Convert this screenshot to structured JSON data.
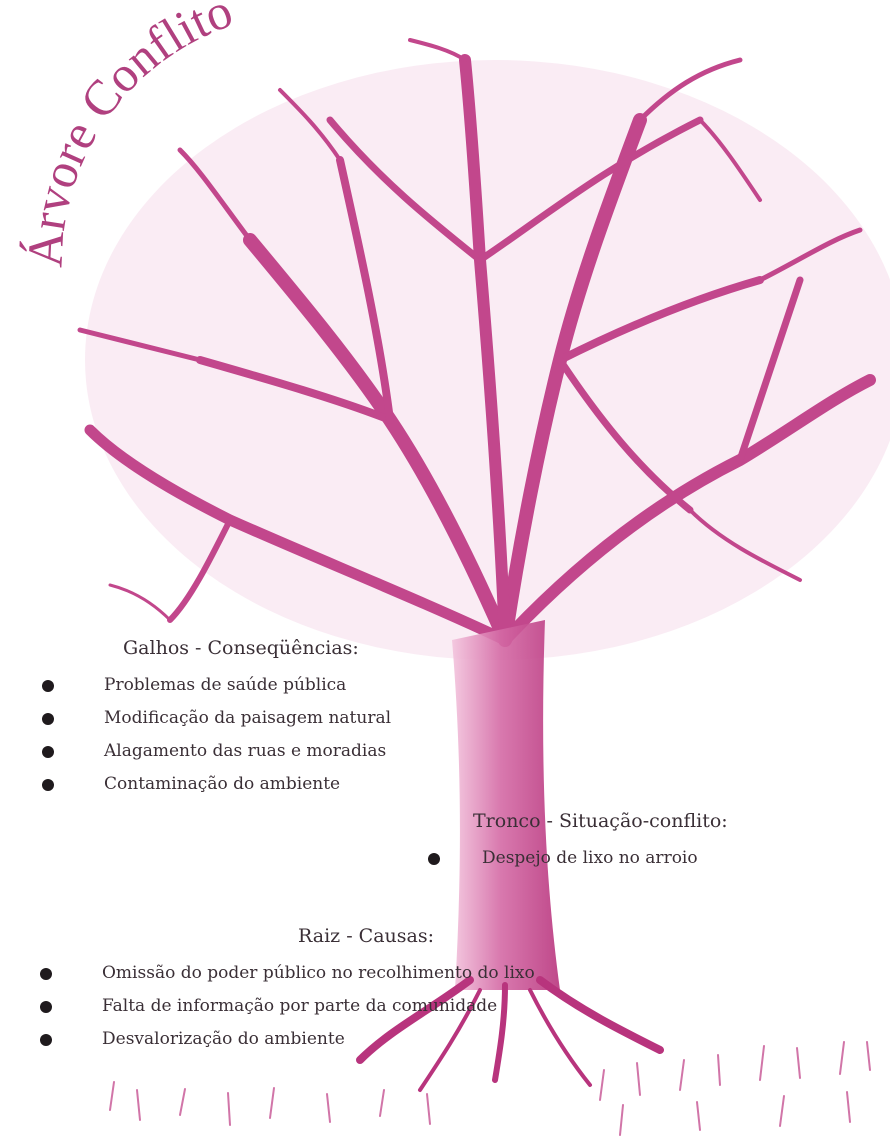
{
  "title": "Árvore Conflito",
  "colors": {
    "tree": "#c2478c",
    "tree_light": "#e8a9cb",
    "ink": "#3a2f36",
    "bullet": "#1f1a1d"
  },
  "sections": {
    "galhos": {
      "heading": "Galhos - Conseqüências:",
      "items": [
        "Problemas de saúde pública",
        "Modificação da paisagem natural",
        "Alagamento das ruas e moradias",
        "Contaminação do ambiente"
      ]
    },
    "tronco": {
      "heading": "Tronco - Situação-conflito:",
      "items": [
        "Despejo de lixo no arroio"
      ]
    },
    "raiz": {
      "heading": "Raiz - Causas:",
      "items": [
        "Omissão do poder público no recolhimento do lixo",
        "Falta de informação por parte da comunidade",
        "Desvalorização do ambiente"
      ]
    }
  }
}
